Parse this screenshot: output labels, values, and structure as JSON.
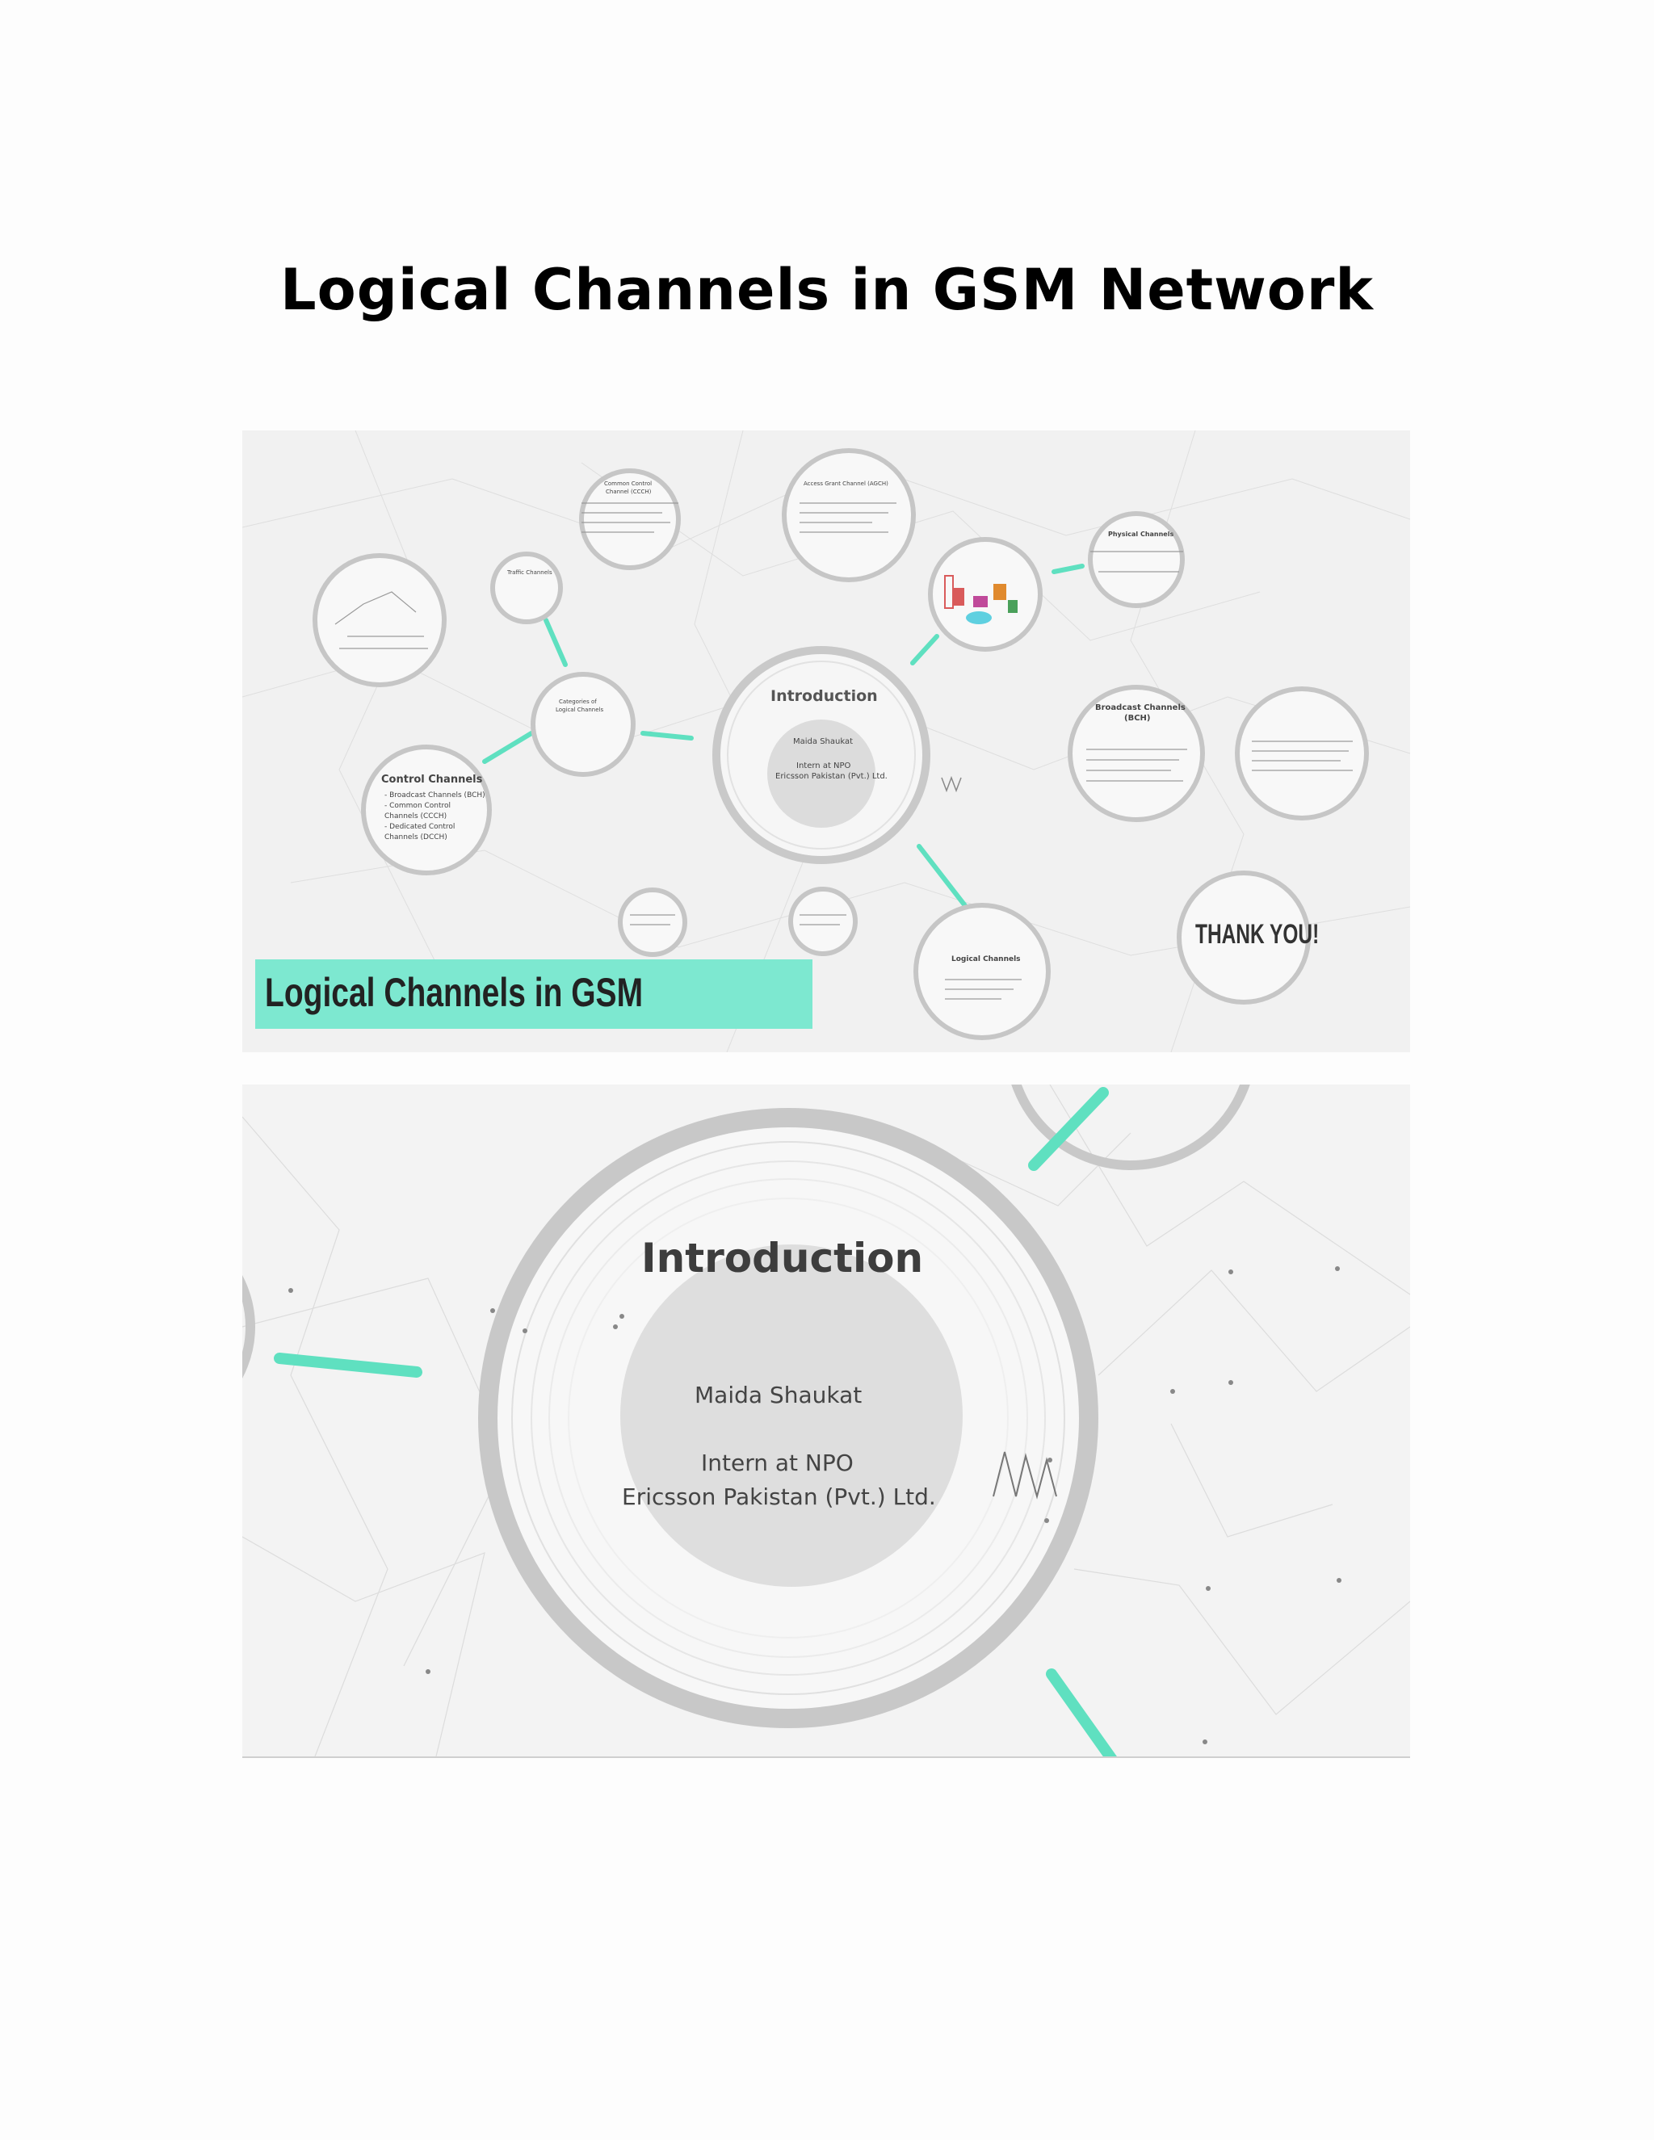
{
  "document": {
    "title": "Logical Channels in GSM Network"
  },
  "overview_slide": {
    "banner": "Logical Channels in GSM",
    "nodes": {
      "introduction": "Introduction",
      "presenter": "Maida Shaukat",
      "role_line1": "Intern at NPO",
      "role_line2": "Ericsson Pakistan (Pvt.) Ltd.",
      "control_channels": "Control Channels",
      "control_items": [
        "- Broadcast Channels (BCH)",
        "- Common Control",
        "  Channels (CCCH)",
        "- Dedicated Control",
        "  Channels (DCCH)"
      ],
      "categories": "Categories of",
      "categories_line2": "Logical Channels",
      "traffic_channels": "Traffic Channels",
      "common_control": "Common Control",
      "common_control_line2": "Channel (CCCH)",
      "random_access": "Access Grant Channel (AGCH)",
      "physical_channels": "Physical Channels",
      "broadcast_channels": "Broadcast Channels",
      "broadcast_channels_line2": "(BCH)",
      "logical_channels": "Logical Channels",
      "thank_you": "THANK YOU!"
    }
  },
  "detail_slide": {
    "title": "Introduction",
    "presenter": "Maida Shaukat",
    "role_line1": "Intern at NPO",
    "role_line2": "Ericsson Pakistan (Pvt.) Ltd."
  },
  "colors": {
    "accent": "#5fe0c0",
    "ring": "#c8c8c8",
    "banner": "#7de8d0"
  }
}
